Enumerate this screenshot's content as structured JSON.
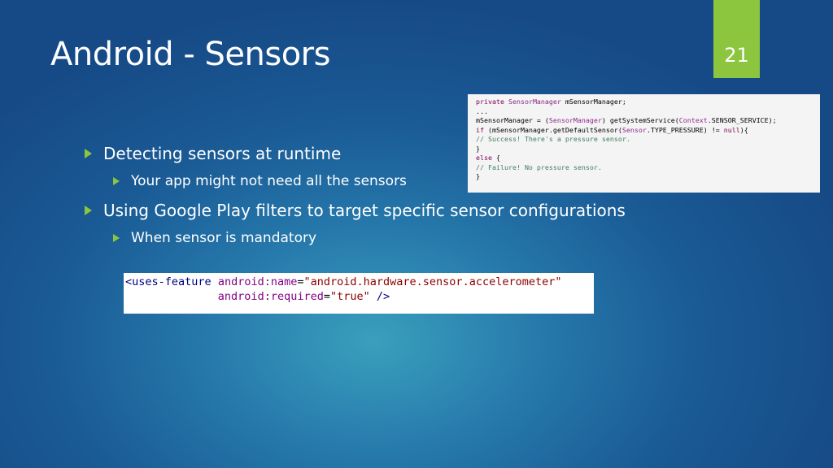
{
  "slide": {
    "title": "Android - Sensors",
    "page_number": "21"
  },
  "bullets": {
    "b1": "Detecting sensors at runtime",
    "b1_sub": "Your app might not need all the sensors",
    "b2": "Using Google Play filters to target specific sensor configurations",
    "b2_sub": "When sensor is mandatory"
  },
  "java_code": {
    "l1_kw": "private",
    "l1_type": "SensorManager",
    "l1_rest": " mSensorManager;",
    "l2": "...",
    "l3_a": "mSensorManager = (",
    "l3_type": "SensorManager",
    "l3_b": ") getSystemService(",
    "l3_ctx": "Context",
    "l3_c": ".SENSOR_SERVICE);",
    "l4_kw": "if",
    "l4_a": " (mSensorManager.getDefaultSensor(",
    "l4_type": "Sensor",
    "l4_b": ".TYPE_PRESSURE) != ",
    "l4_null": "null",
    "l4_c": "){",
    "l5": "// Success! There's a pressure sensor.",
    "l6": "}",
    "l7_kw": "else",
    "l7_rest": " {",
    "l8": "// Failure! No pressure sensor.",
    "l9": "}"
  },
  "manifest_code": {
    "tag": "<uses-feature",
    "attr1": "android:name",
    "eq": "=",
    "val1": "\"android.hardware.sensor.accelerometer\"",
    "attr2": "android:required",
    "val2": "\"true\"",
    "close": "/>"
  },
  "colors": {
    "accent": "#8cc63f",
    "background": "#1a5a95"
  }
}
